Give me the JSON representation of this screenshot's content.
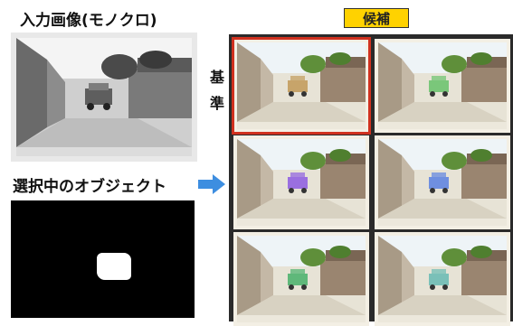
{
  "labels": {
    "input_title": "入力画像(モノクロ)",
    "object_title": "選択中のオブジェクト",
    "candidates": "候補",
    "reference_char_1": "基",
    "reference_char_2": "準"
  },
  "candidates": [
    {
      "truck_color": "#c7a46a",
      "selected": true
    },
    {
      "truck_color": "#7ac77a",
      "selected": false
    },
    {
      "truck_color": "#9a6fe0",
      "selected": false
    },
    {
      "truck_color": "#6f8fe0",
      "selected": false
    },
    {
      "truck_color": "#5fb87a",
      "selected": false
    },
    {
      "truck_color": "#7ac0b8",
      "selected": false
    }
  ],
  "colors": {
    "badge": "#ffd200",
    "selected_border": "#d0311f",
    "arrow": "#3d8ee0"
  },
  "icons": {
    "arrow": "right-arrow-icon"
  }
}
